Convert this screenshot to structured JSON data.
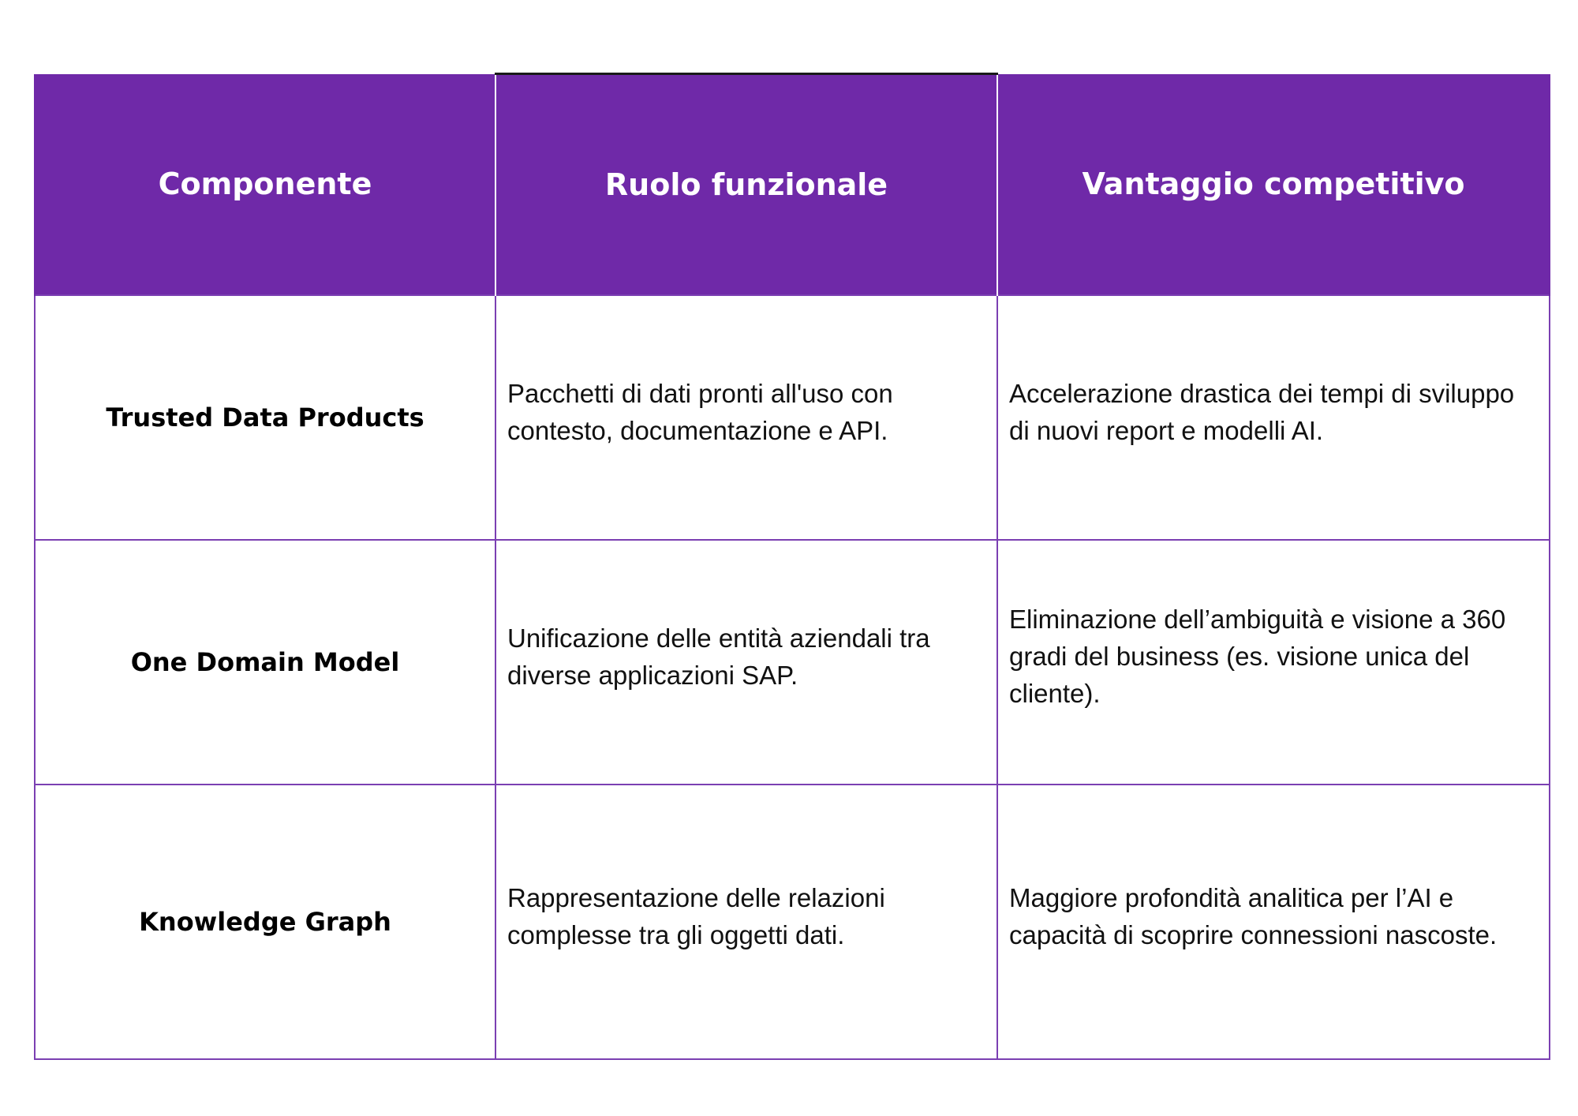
{
  "table": {
    "headers": [
      "Componente",
      "Ruolo funzionale",
      "Vantaggio competitivo"
    ],
    "rows": [
      {
        "component": "Trusted Data Products",
        "role": "Pacchetti di dati pronti all'uso con contesto, documentazione e API.",
        "advantage": "Accelerazione drastica dei tempi di sviluppo di nuovi report e modelli AI."
      },
      {
        "component": "One Domain Model",
        "role": "Unificazione delle entità aziendali tra diverse applicazioni SAP.",
        "advantage": "Eliminazione dell’ambiguità e visione a 360 gradi del business (es. visione unica del cliente)."
      },
      {
        "component": "Knowledge Graph",
        "role": "Rappresentazione delle relazioni complesse tra gli oggetti dati.",
        "advantage": "Maggiore profondità analitica per l’AI e capacità di scoprire connessioni nascoste."
      }
    ]
  },
  "colors": {
    "header_bg": "#6f29a8",
    "header_text": "#ffffff",
    "border": "#7b3fb2"
  }
}
